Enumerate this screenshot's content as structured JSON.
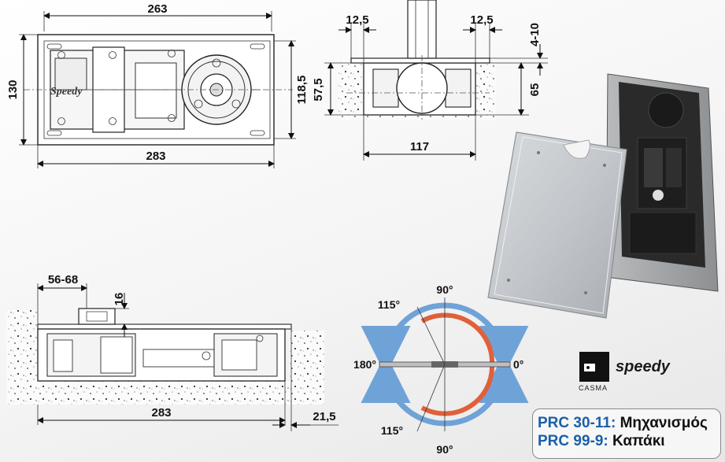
{
  "top_view": {
    "width_outer": "263",
    "width_inner": "283",
    "height_left": "130",
    "height_right": "118,5",
    "brand_stamp": "Speedy"
  },
  "section_view": {
    "offset_left": "12,5",
    "offset_right": "12,5",
    "cover_gap": "4-10",
    "depth_left": "57,5",
    "depth_right": "65",
    "width_bottom": "117"
  },
  "side_view": {
    "spindle_offset": "56-68",
    "spindle_height": "16",
    "length": "283",
    "overhang": "21,5"
  },
  "angle_diagram": {
    "top": "90°",
    "bottom": "90°",
    "left": "180°",
    "right": "0°",
    "upper_left": "115°",
    "lower_left": "115°",
    "colors": {
      "outer_arc": "#6fa3d8",
      "inner_arc": "#e0603a"
    }
  },
  "brand": {
    "name": "speedy",
    "maker": "CASMA"
  },
  "product_codes": [
    {
      "code": "PRC 30-11:",
      "description": "Μηχανισμός"
    },
    {
      "code": "PRC 99-9:",
      "description": "Καπάκι"
    }
  ]
}
